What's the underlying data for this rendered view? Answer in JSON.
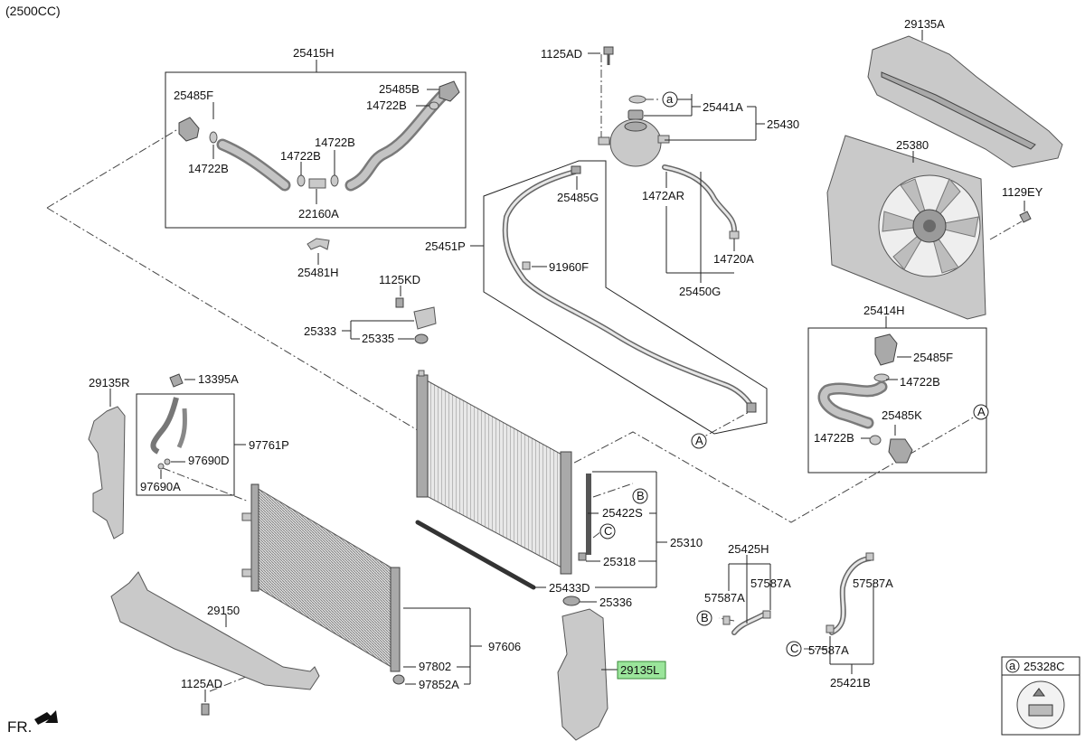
{
  "engine_note": "(2500CC)",
  "orientation_label": "FR.",
  "highlighted_part": "29135L",
  "colors": {
    "highlight": "#9be59b",
    "line": "#222222",
    "part_fill": "#c9c9c9"
  },
  "parts": {
    "p25415H": "25415H",
    "p25485F_a": "25485F",
    "p14722B_a": "14722B",
    "p14722B_b": "14722B",
    "p14722B_c": "14722B",
    "p14722B_d": "14722B",
    "p25485B": "25485B",
    "p22160A": "22160A",
    "p25481H": "25481H",
    "p1125AD_a": "1125AD",
    "p25441A": "25441A",
    "p25430": "25430",
    "p25485G": "25485G",
    "p1472AR": "1472AR",
    "p25451P": "25451P",
    "p91960F": "91960F",
    "p14720A": "14720A",
    "p25450G": "25450G",
    "p29135A": "29135A",
    "p25380": "25380",
    "p1129EY": "1129EY",
    "p1125KD": "1125KD",
    "p25333": "25333",
    "p25335": "25335",
    "p29135R": "29135R",
    "p13395A": "13395A",
    "p97761P": "97761P",
    "p97690D": "97690D",
    "p97690A": "97690A",
    "p25414H": "25414H",
    "p25485F_b": "25485F",
    "p14722B_e": "14722B",
    "p25485K": "25485K",
    "p14722B_f": "14722B",
    "p25422S": "25422S",
    "p25310": "25310",
    "p25318": "25318",
    "p25433D": "25433D",
    "p25336": "25336",
    "p29150": "29150",
    "p97606": "97606",
    "p97802": "97802",
    "p97852A": "97852A",
    "p1125AD_b": "1125AD",
    "p29135L": "29135L",
    "p25425H": "25425H",
    "p57587A_a": "57587A",
    "p57587A_b": "57587A",
    "p57587A_c": "57587A",
    "p57587A_d": "57587A",
    "p25421B": "25421B",
    "p25328C": "25328C"
  },
  "callouts": {
    "a": "a",
    "A": "A",
    "B": "B",
    "C": "C"
  }
}
